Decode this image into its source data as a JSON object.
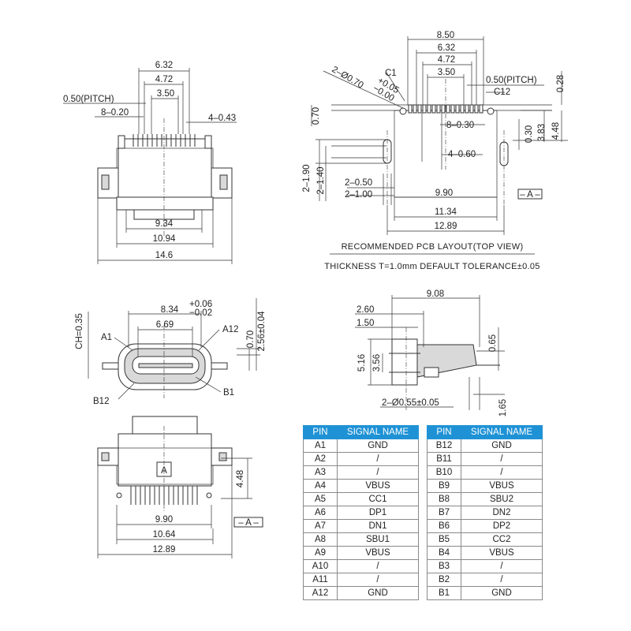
{
  "top_left_view": {
    "dims": {
      "w632": "6.32",
      "w472": "4.72",
      "w350": "3.50",
      "pitch": "0.50(PITCH)",
      "pins820": "8–0.20",
      "pins443": "4–0.43",
      "w934": "9.34",
      "w1094": "10.94",
      "w146": "14.6"
    }
  },
  "pcb_layout": {
    "dims": {
      "w850": "8.50",
      "w632": "6.32",
      "w472": "4.72",
      "w350": "3.50",
      "pitch": "0.50(PITCH)",
      "c1": "C1",
      "c12": "C12",
      "hole_label": "2–Ø0.70",
      "tol_plus": "+0.05",
      "tol_minus": "−0.00",
      "h070": "0.70",
      "h028": "0.28",
      "p830": "8–0.30",
      "p460": "4–0.60",
      "h030": "0.30",
      "h383": "3.83",
      "h448": "4.48",
      "h190": "2–1.90",
      "h140": "2–1.40",
      "w050": "2–0.50",
      "w100": "2–1.00",
      "w990": "9.90",
      "w1134": "11.34",
      "w1289": "12.89",
      "datum": "– A –"
    },
    "caption_title": "RECOMMENDED PCB LAYOUT(TOP VIEW)",
    "caption_note": "THICKNESS T=1.0mm DEFAULT TOLERANCE±0.05"
  },
  "front_view": {
    "dims": {
      "w834": "8.34",
      "tol_plus": "+0.06",
      "tol_minus": "−0.02",
      "w669": "6.69",
      "ch": "CH=0.35",
      "h070": "0.70",
      "h256": "2.56±0.04",
      "a1": "A1",
      "a12": "A12",
      "b12": "B12",
      "b1": "B1"
    }
  },
  "side_view": {
    "dims": {
      "w908": "9.08",
      "w260": "2.60",
      "w150": "1.50",
      "h065": "0.65",
      "h516": "5.16",
      "h356": "3.56",
      "holes": "2–Ø0.55±0.05",
      "h165": "1.65"
    }
  },
  "bottom_view": {
    "dims": {
      "marker": "A",
      "h448": "4.48",
      "w990": "9.90",
      "w1064": "10.64",
      "w1289": "12.89",
      "datum": "– A –"
    }
  },
  "pin_table": {
    "headers": {
      "pin": "PIN",
      "signal": "SIGNAL NAME"
    },
    "left": [
      {
        "pin": "A1",
        "signal": "GND"
      },
      {
        "pin": "A2",
        "signal": "/"
      },
      {
        "pin": "A3",
        "signal": "/"
      },
      {
        "pin": "A4",
        "signal": "VBUS"
      },
      {
        "pin": "A5",
        "signal": "CC1"
      },
      {
        "pin": "A6",
        "signal": "DP1"
      },
      {
        "pin": "A7",
        "signal": "DN1"
      },
      {
        "pin": "A8",
        "signal": "SBU1"
      },
      {
        "pin": "A9",
        "signal": "VBUS"
      },
      {
        "pin": "A10",
        "signal": "/"
      },
      {
        "pin": "A11",
        "signal": "/"
      },
      {
        "pin": "A12",
        "signal": "GND"
      }
    ],
    "right": [
      {
        "pin": "B12",
        "signal": "GND"
      },
      {
        "pin": "B11",
        "signal": "/"
      },
      {
        "pin": "B10",
        "signal": "/"
      },
      {
        "pin": "B9",
        "signal": "VBUS"
      },
      {
        "pin": "B8",
        "signal": "SBU2"
      },
      {
        "pin": "B7",
        "signal": "DN2"
      },
      {
        "pin": "B6",
        "signal": "DP2"
      },
      {
        "pin": "B5",
        "signal": "CC2"
      },
      {
        "pin": "B4",
        "signal": "VBUS"
      },
      {
        "pin": "B3",
        "signal": "/"
      },
      {
        "pin": "B2",
        "signal": "/"
      },
      {
        "pin": "B1",
        "signal": "GND"
      }
    ]
  },
  "colors": {
    "table_header": "#1f92d6",
    "line": "#333333"
  }
}
